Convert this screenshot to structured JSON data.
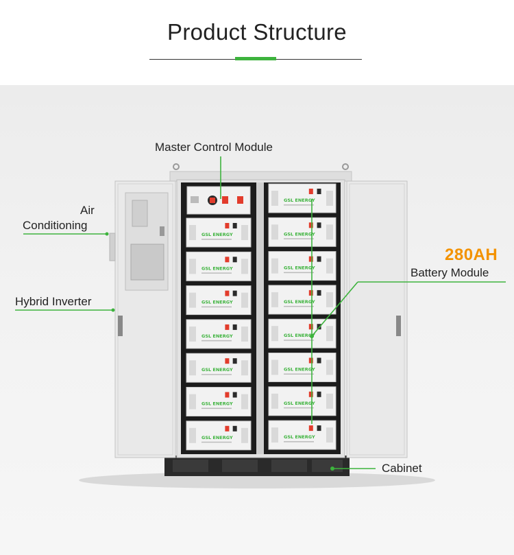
{
  "header": {
    "title": "Product Structure"
  },
  "colors": {
    "accent": "#3db33d",
    "orange": "#f39200",
    "cabinet": "#e6e6e6",
    "rack": "#1c1c1c",
    "base": "#2a2a2a"
  },
  "labels": {
    "master_control": "Master Control Module",
    "air_line1": "Air",
    "air_line2": "Conditioning",
    "hybrid_inverter": "Hybrid Inverter",
    "capacity": "280AH",
    "battery_module": "Battery Module",
    "cabinet": "Cabinet"
  },
  "product": {
    "brand": "GSL ENERGY",
    "left_modules": 7,
    "right_modules": 8
  }
}
